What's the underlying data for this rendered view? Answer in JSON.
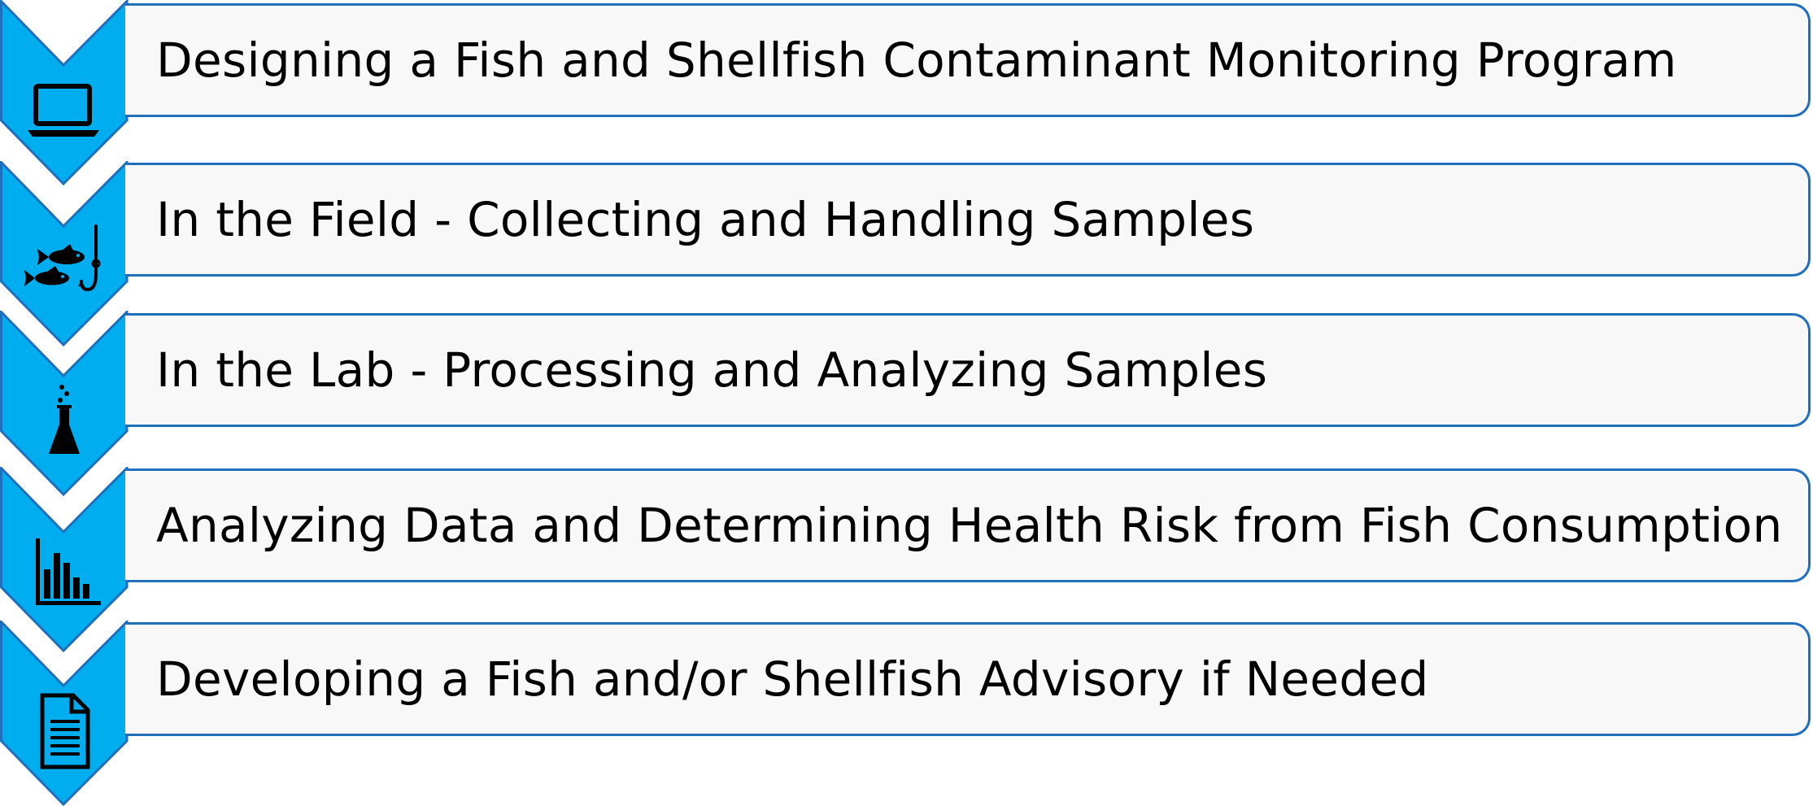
{
  "colors": {
    "chevron_fill": "#00AEEF",
    "chevron_border": "#1F6FBD",
    "box_fill": "#F8F8F8",
    "box_border": "#1F6FBD",
    "icon": "#000000"
  },
  "steps": [
    {
      "label": "Designing a Fish and Shellfish Contaminant Monitoring Program",
      "icon": "laptop-icon"
    },
    {
      "label": "In the Field - Collecting and Handling Samples",
      "icon": "fish-hook-icon"
    },
    {
      "label": "In the Lab - Processing and Analyzing Samples",
      "icon": "flask-icon"
    },
    {
      "label": "Analyzing Data and Determining Health Risk from Fish Consumption",
      "icon": "bar-chart-icon"
    },
    {
      "label": "Developing a Fish and/or Shellfish Advisory if Needed",
      "icon": "document-icon"
    }
  ]
}
